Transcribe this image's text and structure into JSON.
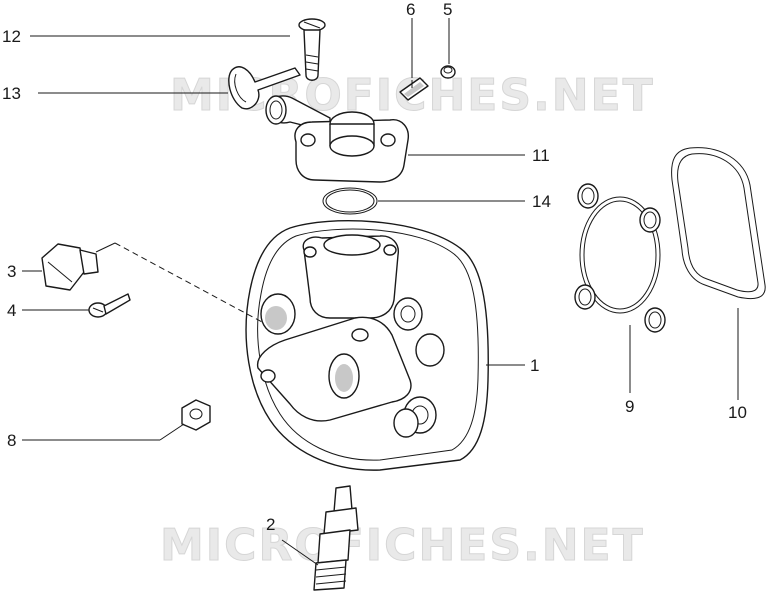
{
  "watermark_text": "MICROFICHES.NET",
  "callouts": {
    "c1": "1",
    "c2": "2",
    "c3": "3",
    "c4": "4",
    "c5": "5",
    "c6": "6",
    "c7_none": "",
    "c8": "8",
    "c9": "9",
    "c10": "10",
    "c11": "11",
    "c12": "12",
    "c13": "13",
    "c14": "14"
  }
}
